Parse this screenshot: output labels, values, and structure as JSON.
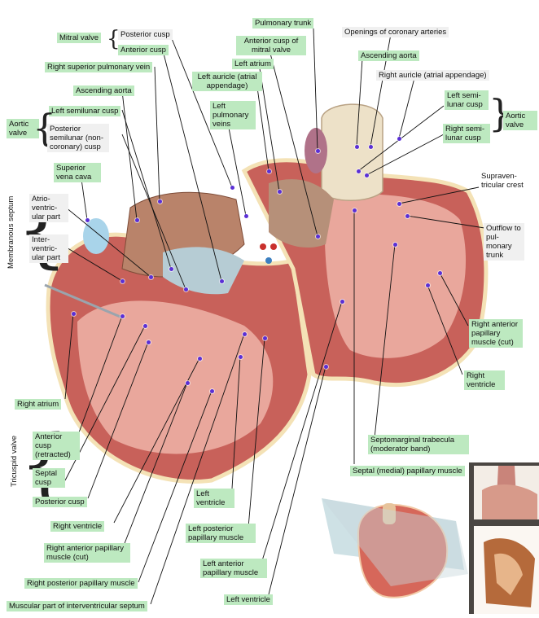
{
  "labels": {
    "mitral_valve": "Mitral valve",
    "posterior_cusp_top": "Posterior cusp",
    "anterior_cusp_top": "Anterior cusp",
    "pulmonary_trunk": "Pulmonary trunk",
    "openings_coronary": "Openings of coronary arteries",
    "anterior_cusp_mitral": "Anterior cusp of mitral valve",
    "right_superior_pulmonary_vein": "Right superior pulmonary vein",
    "ascending_aorta_right": "Ascending aorta",
    "left_atrium": "Left atrium",
    "right_auricle": "Right auricle (atrial appendage)",
    "ascending_aorta_left": "Ascending aorta",
    "left_auricle": "Left auricle (atrial appendage)",
    "left_semilunar_cusp_right": "Left semi- lunar cusp",
    "aortic_valve_right": "Aortic valve",
    "left_semilunar_cusp_left": "Left semilunar cusp",
    "aortic_valve_left": "Aortic valve",
    "posterior_semilunar_cusp": "Posterior semilunar (non- coronary) cusp",
    "left_pulmonary_veins": "Left pulmonary veins",
    "right_semilunar_cusp": "Right semi- lunar cusp",
    "superior_vena_cava": "Superior vena cava",
    "supraventricular_crest": "Supraven- tricular crest",
    "atrioventricular_part": "Atrio- ventric- ular part",
    "membranous_septum": "Membranous septum",
    "interventricular_part": "Inter- ventric- ular part",
    "outflow_pulmonary": "Outflow to pul- monary trunk",
    "right_anterior_papillary_cut_right": "Right anterior papillary muscle (cut)",
    "right_ventricle_right": "Right ventricle",
    "right_atrium": "Right atrium",
    "septomarginal_trabecula": "Septomarginal trabecula (moderator band)",
    "tricuspid_valve": "Tricuspid valve",
    "anterior_cusp_retracted": "Anterior cusp (retracted)",
    "septal_cusp": "Septal cusp",
    "septal_papillary_muscle": "Septal (medial) papillary muscle",
    "posterior_cusp_bottom": "Posterior cusp",
    "left_ventricle_mid": "Left ventricle",
    "right_ventricle_bottom": "Right ventricle",
    "left_posterior_papillary": "Left posterior papillary muscle",
    "right_anterior_papillary_cut_bottom": "Right anterior papillary muscle (cut)",
    "left_anterior_papillary": "Left anterior papillary muscle",
    "right_posterior_papillary": "Right posterior papillary muscle",
    "left_ventricle_bottom": "Left ventricle",
    "muscular_interventricular_septum": "Muscular part of interventricular septum"
  },
  "colors": {
    "highlight_green": "#bde9c0",
    "highlight_gray": "#f0f0f0",
    "pointer_dot": "#5a2fd6",
    "myocardium": "#c8615a",
    "myocardium_light": "#e9a79c",
    "valve_tissue": "#d9c2a6",
    "vessel_blue": "#a9d4ea"
  },
  "icons": {
    "heart_thumbnail": "heart-thumbnail-icon",
    "cutaway_plane": "section-plane-icon"
  }
}
